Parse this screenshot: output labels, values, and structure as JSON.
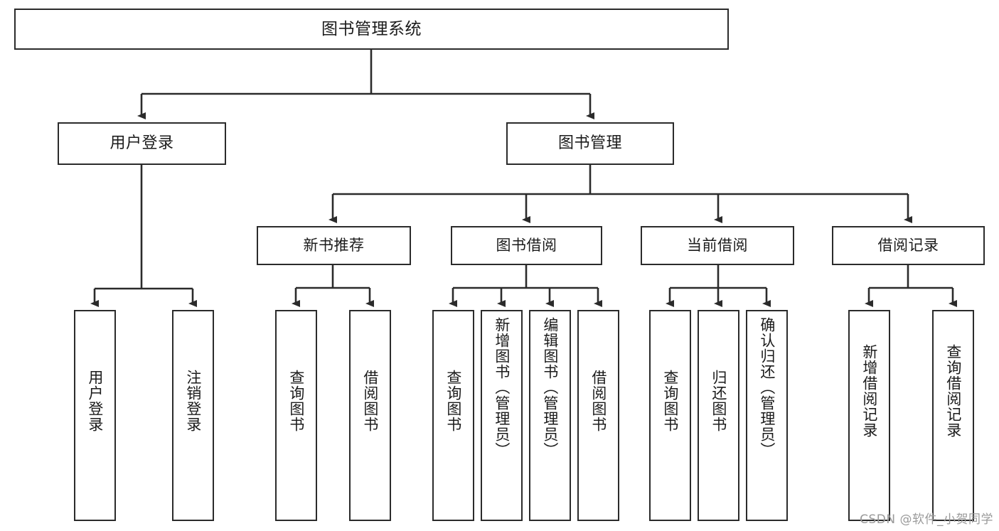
{
  "diagram": {
    "type": "tree-hierarchy",
    "title": "图书管理系统",
    "root": {
      "label": "图书管理系统"
    },
    "level1": [
      {
        "label": "用户登录"
      },
      {
        "label": "图书管理"
      }
    ],
    "level2": [
      {
        "label": "新书推荐",
        "parent": "图书管理"
      },
      {
        "label": "图书借阅",
        "parent": "图书管理"
      },
      {
        "label": "当前借阅",
        "parent": "图书管理"
      },
      {
        "label": "借阅记录",
        "parent": "图书管理"
      }
    ],
    "leaves": [
      {
        "label": "用户登录",
        "parent": "用户登录"
      },
      {
        "label": "注销登录",
        "parent": "用户登录"
      },
      {
        "label": "查询图书",
        "parent": "新书推荐"
      },
      {
        "label": "借阅图书",
        "parent": "新书推荐"
      },
      {
        "label": "查询图书",
        "parent": "图书借阅"
      },
      {
        "label": "新增图书（管理员）",
        "parent": "图书借阅"
      },
      {
        "label": "编辑图书（管理员）",
        "parent": "图书借阅"
      },
      {
        "label": "借阅图书",
        "parent": "图书借阅"
      },
      {
        "label": "查询图书",
        "parent": "当前借阅"
      },
      {
        "label": "归还图书",
        "parent": "当前借阅"
      },
      {
        "label": "确认归还（管理员）",
        "parent": "当前借阅"
      },
      {
        "label": "新增借阅记录",
        "parent": "借阅记录"
      },
      {
        "label": "查询借阅记录",
        "parent": "借阅记录"
      }
    ],
    "colors": {
      "stroke": "#2b2b2b",
      "fill": "#ffffff",
      "text": "#1b1b1b",
      "watermark": "#9a9a9a"
    }
  },
  "watermark": {
    "text": "CSDN @软件_小贺同学"
  }
}
